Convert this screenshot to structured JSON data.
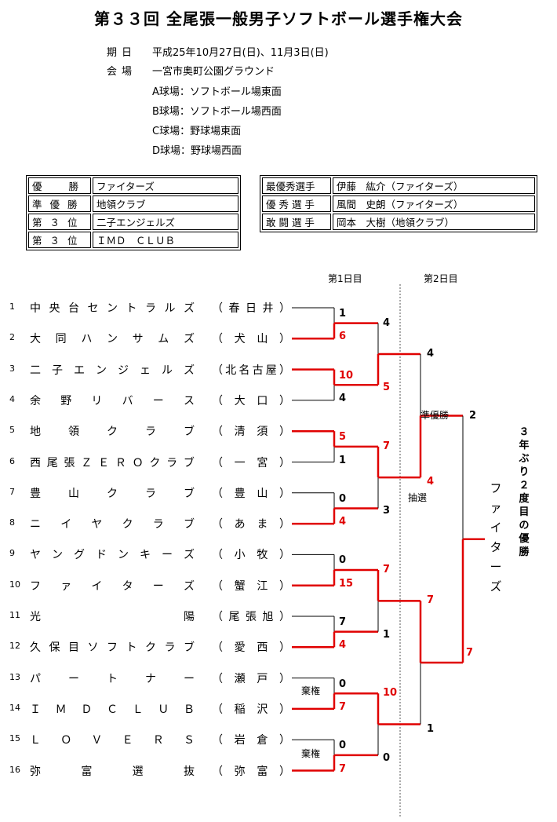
{
  "title": "第３３回 全尾張一般男子ソフトボール選手権大会",
  "info": {
    "date_label": "期日",
    "date_value": "平成25年10月27日(日)、11月3日(日)",
    "venue_label": "会場",
    "venue_value": "一宮市奥町公園グラウンド",
    "fields": [
      "A球場：ソフトボール場東面",
      "B球場：ソフトボール場西面",
      "C球場：野球場東面",
      "D球場：野球場西面"
    ]
  },
  "results": [
    {
      "label": "優　　勝",
      "team": "ファイターズ"
    },
    {
      "label": "準 優 勝",
      "team": "地領クラブ"
    },
    {
      "label": "第 ３ 位",
      "team": "二子エンジェルズ"
    },
    {
      "label": "第 ３ 位",
      "team": "ＩＭＤ　ＣＬＵＢ"
    }
  ],
  "awards": [
    {
      "label": "最優秀選手",
      "player": "伊藤　紘介（ファイターズ）"
    },
    {
      "label": "優 秀 選 手",
      "player": "風間　史朗（ファイターズ）"
    },
    {
      "label": "敢 闘 選 手",
      "player": "岡本　大樹（地領クラブ）"
    }
  ],
  "day_labels": [
    "第1日目",
    "第2日目"
  ],
  "teams": [
    {
      "num": "1",
      "name": "中央台セントラルズ",
      "loc": "（春日井）"
    },
    {
      "num": "2",
      "name": "大同ハンサムズ",
      "loc": "（犬山）"
    },
    {
      "num": "3",
      "name": "二子エンジェルズ",
      "loc": "（北名古屋）"
    },
    {
      "num": "4",
      "name": "余野リバース",
      "loc": "（大口）"
    },
    {
      "num": "5",
      "name": "地領クラブ",
      "loc": "（清須）"
    },
    {
      "num": "6",
      "name": "西尾張ＺＥＲＯクラブ",
      "loc": "（一宮）"
    },
    {
      "num": "7",
      "name": "豊山クラブ",
      "loc": "（豊山）"
    },
    {
      "num": "8",
      "name": "ニイヤクラブ",
      "loc": "（あま）"
    },
    {
      "num": "9",
      "name": "ヤングドンキーズ",
      "loc": "（小牧）"
    },
    {
      "num": "10",
      "name": "ファイターズ",
      "loc": "（蟹江）"
    },
    {
      "num": "11",
      "name": "光陽",
      "loc": "（尾張旭）"
    },
    {
      "num": "12",
      "name": "久保目ソフトクラブ",
      "loc": "（愛西）"
    },
    {
      "num": "13",
      "name": "パートナー",
      "loc": "（瀬戸）"
    },
    {
      "num": "14",
      "name": "ＩＭＤＣＬＵＢ",
      "loc": "（稲沢）"
    },
    {
      "num": "15",
      "name": "ＬＯＶＥＲＳ",
      "loc": "（岩倉）"
    },
    {
      "num": "16",
      "name": "弥富選抜",
      "loc": "（弥富）"
    }
  ],
  "scores": [
    "1",
    "6",
    "10",
    "4",
    "5",
    "1",
    "0",
    "4",
    "0",
    "15",
    "7",
    "4",
    "0",
    "7",
    "0",
    "7",
    "4",
    "5",
    "7",
    "3",
    "7",
    "1",
    "10",
    "0",
    "4",
    "4",
    "7",
    "1",
    "2",
    "7"
  ],
  "notes": {
    "forfeit_13": "棄権",
    "forfeit_15": "棄権",
    "lottery": "抽選",
    "runner_up": "準優勝"
  },
  "champion_vertical": "ファイターズ",
  "comment_vertical": "３年ぶり２度目の優勝",
  "colors": {
    "win_line": "#e00000",
    "line": "#000000"
  }
}
